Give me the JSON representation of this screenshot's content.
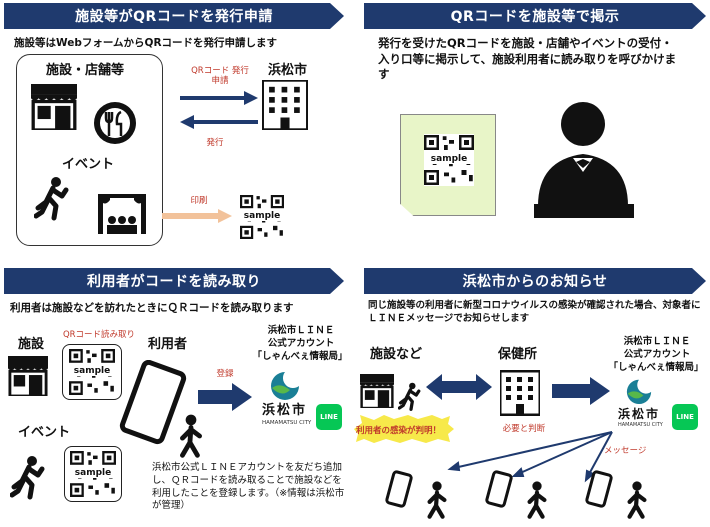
{
  "panel1": {
    "banner": "施設等がQRコードを発行申請",
    "desc": "施設等はWebフォームからQRコードを発行申請します",
    "facility_label": "施設・店舗等",
    "event_label": "イベント",
    "apply_label": "QRコード 発行申請",
    "issue_label": "発行",
    "print_label": "印刷",
    "city_label": "浜松市",
    "qr_sample": "sample"
  },
  "panel2": {
    "banner": "QRコードを施設等で掲示",
    "desc": "発行を受けたQRコードを施設・店舗やイベントの受付・入り口等に掲示して、施設利用者に読み取りを呼びかけます",
    "qr_sample": "sample"
  },
  "panel3": {
    "banner": "利用者がコードを読み取り",
    "desc": "利用者は施設などを訪れたときにＱＲコードを読み取ります",
    "facility_label": "施設",
    "event_label": "イベント",
    "read_label": "QRコード読み取り",
    "user_label": "利用者",
    "register_label": "登録",
    "line_account": "浜松市ＬＩＮＥ",
    "line_account2": "公式アカウント",
    "line_account3": "「しゃんべぇ情報局」",
    "city_logo": "浜松市",
    "city_logo_en": "HAMAMATSU CITY",
    "line_badge": "LINE",
    "note": "浜松市公式ＬＩＮＥアカウントを友だち追加し、ＱＲコードを読み取ることで施設などを利用したことを登録します。（※情報は浜松市が管理）",
    "qr_sample": "sample"
  },
  "panel4": {
    "banner": "浜松市からのお知らせ",
    "desc": "同じ施設等の利用者に新型コロナウイルスの感染が確認された場合、対象者にＬＩＮＥメッセージでお知らせします",
    "facility_label": "施設など",
    "health_label": "保健所",
    "infection_label": "利用者の感染が判明！",
    "judge_label": "必要と判断",
    "message_label": "メッセージ",
    "line_account": "浜松市ＬＩＮＥ",
    "line_account2": "公式アカウント",
    "line_account3": "「しゃんべぇ情報局」",
    "city_logo": "浜松市",
    "city_logo_en": "HAMAMATSU CITY",
    "line_badge": "LINE"
  },
  "colors": {
    "navy": "#1f3a6e",
    "red": "#c0392b",
    "line_green": "#06c755",
    "note_green": "#e8f5c8"
  }
}
